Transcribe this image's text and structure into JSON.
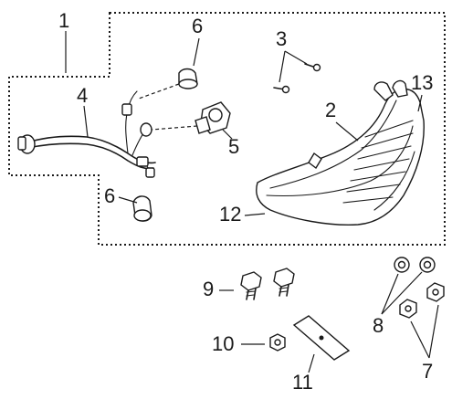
{
  "diagram": {
    "callouts": {
      "c1": "1",
      "c2": "2",
      "c3": "3",
      "c4": "4",
      "c5": "5",
      "c6a": "6",
      "c6b": "6",
      "c7": "7",
      "c8": "8",
      "c9": "9",
      "c10": "10",
      "c11": "11",
      "c12": "12",
      "c13": "13"
    }
  }
}
